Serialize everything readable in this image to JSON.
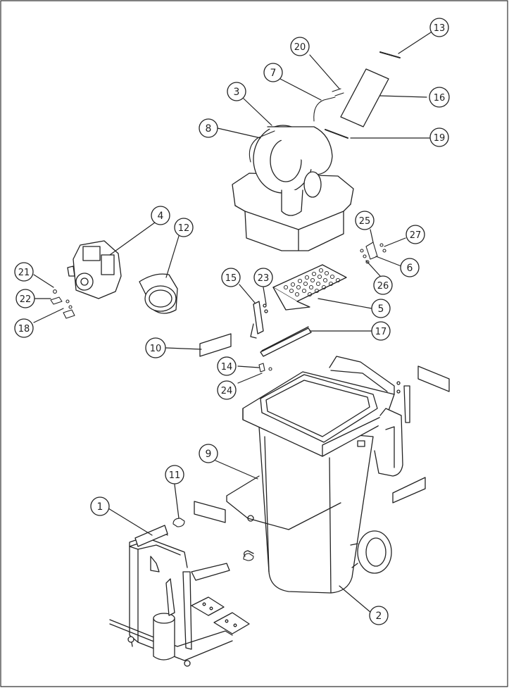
{
  "callouts": [
    {
      "id": "c1",
      "label": "1"
    },
    {
      "id": "c2",
      "label": "2"
    },
    {
      "id": "c3",
      "label": "3"
    },
    {
      "id": "c4",
      "label": "4"
    },
    {
      "id": "c5",
      "label": "5"
    },
    {
      "id": "c6",
      "label": "6"
    },
    {
      "id": "c7",
      "label": "7"
    },
    {
      "id": "c8",
      "label": "8"
    },
    {
      "id": "c9",
      "label": "9"
    },
    {
      "id": "c10",
      "label": "10"
    },
    {
      "id": "c11",
      "label": "11"
    },
    {
      "id": "c12",
      "label": "12"
    },
    {
      "id": "c13",
      "label": "13"
    },
    {
      "id": "c14",
      "label": "14"
    },
    {
      "id": "c15",
      "label": "15"
    },
    {
      "id": "c16",
      "label": "16"
    },
    {
      "id": "c17",
      "label": "17"
    },
    {
      "id": "c18",
      "label": "18"
    },
    {
      "id": "c19",
      "label": "19"
    },
    {
      "id": "c20",
      "label": "20"
    },
    {
      "id": "c21",
      "label": "21"
    },
    {
      "id": "c22",
      "label": "22"
    },
    {
      "id": "c23",
      "label": "23"
    },
    {
      "id": "c24",
      "label": "24"
    },
    {
      "id": "c25",
      "label": "25"
    },
    {
      "id": "c26",
      "label": "26"
    },
    {
      "id": "c27",
      "label": "27"
    }
  ],
  "colors": {
    "line": "#222222",
    "fill": "#ffffff",
    "shade": "#e9e9e9"
  }
}
